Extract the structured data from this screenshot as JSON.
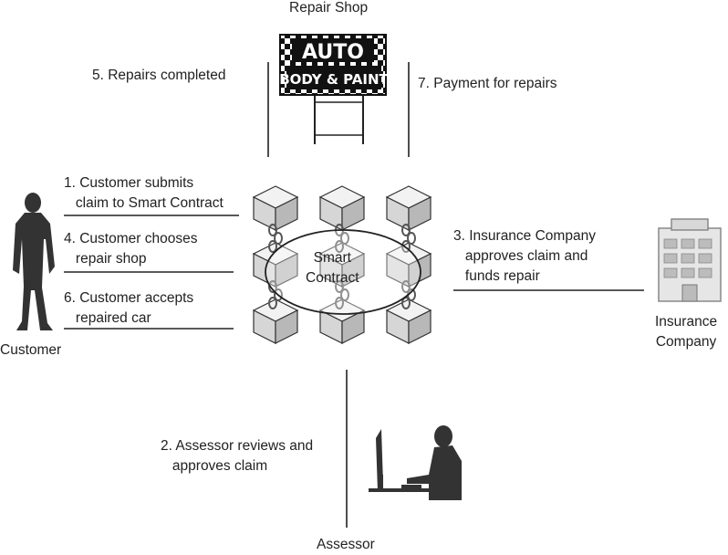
{
  "actors": {
    "repair_shop": "Repair Shop",
    "customer": "Customer",
    "insurance": "Insurance\nCompany",
    "assessor": "Assessor"
  },
  "sign": {
    "line1": "AUTO",
    "line2": "BODY & PAINT"
  },
  "smart_contract": "Smart\nContract",
  "steps": {
    "s1": "1. Customer submits\n   claim to Smart Contract",
    "s2": "2. Assessor reviews and\n   approves claim",
    "s3": "3. Insurance Company\n   approves claim and\n   funds repair",
    "s4": "4. Customer chooses\n   repair shop",
    "s5": "5. Repairs completed",
    "s6": "6. Customer accepts\n   repaired car",
    "s7": "7. Payment for repairs"
  },
  "colors": {
    "line": "#222222",
    "cube_top": "#f2f2f2",
    "cube_left": "#d6d6d6",
    "cube_right": "#b8b8b8"
  }
}
